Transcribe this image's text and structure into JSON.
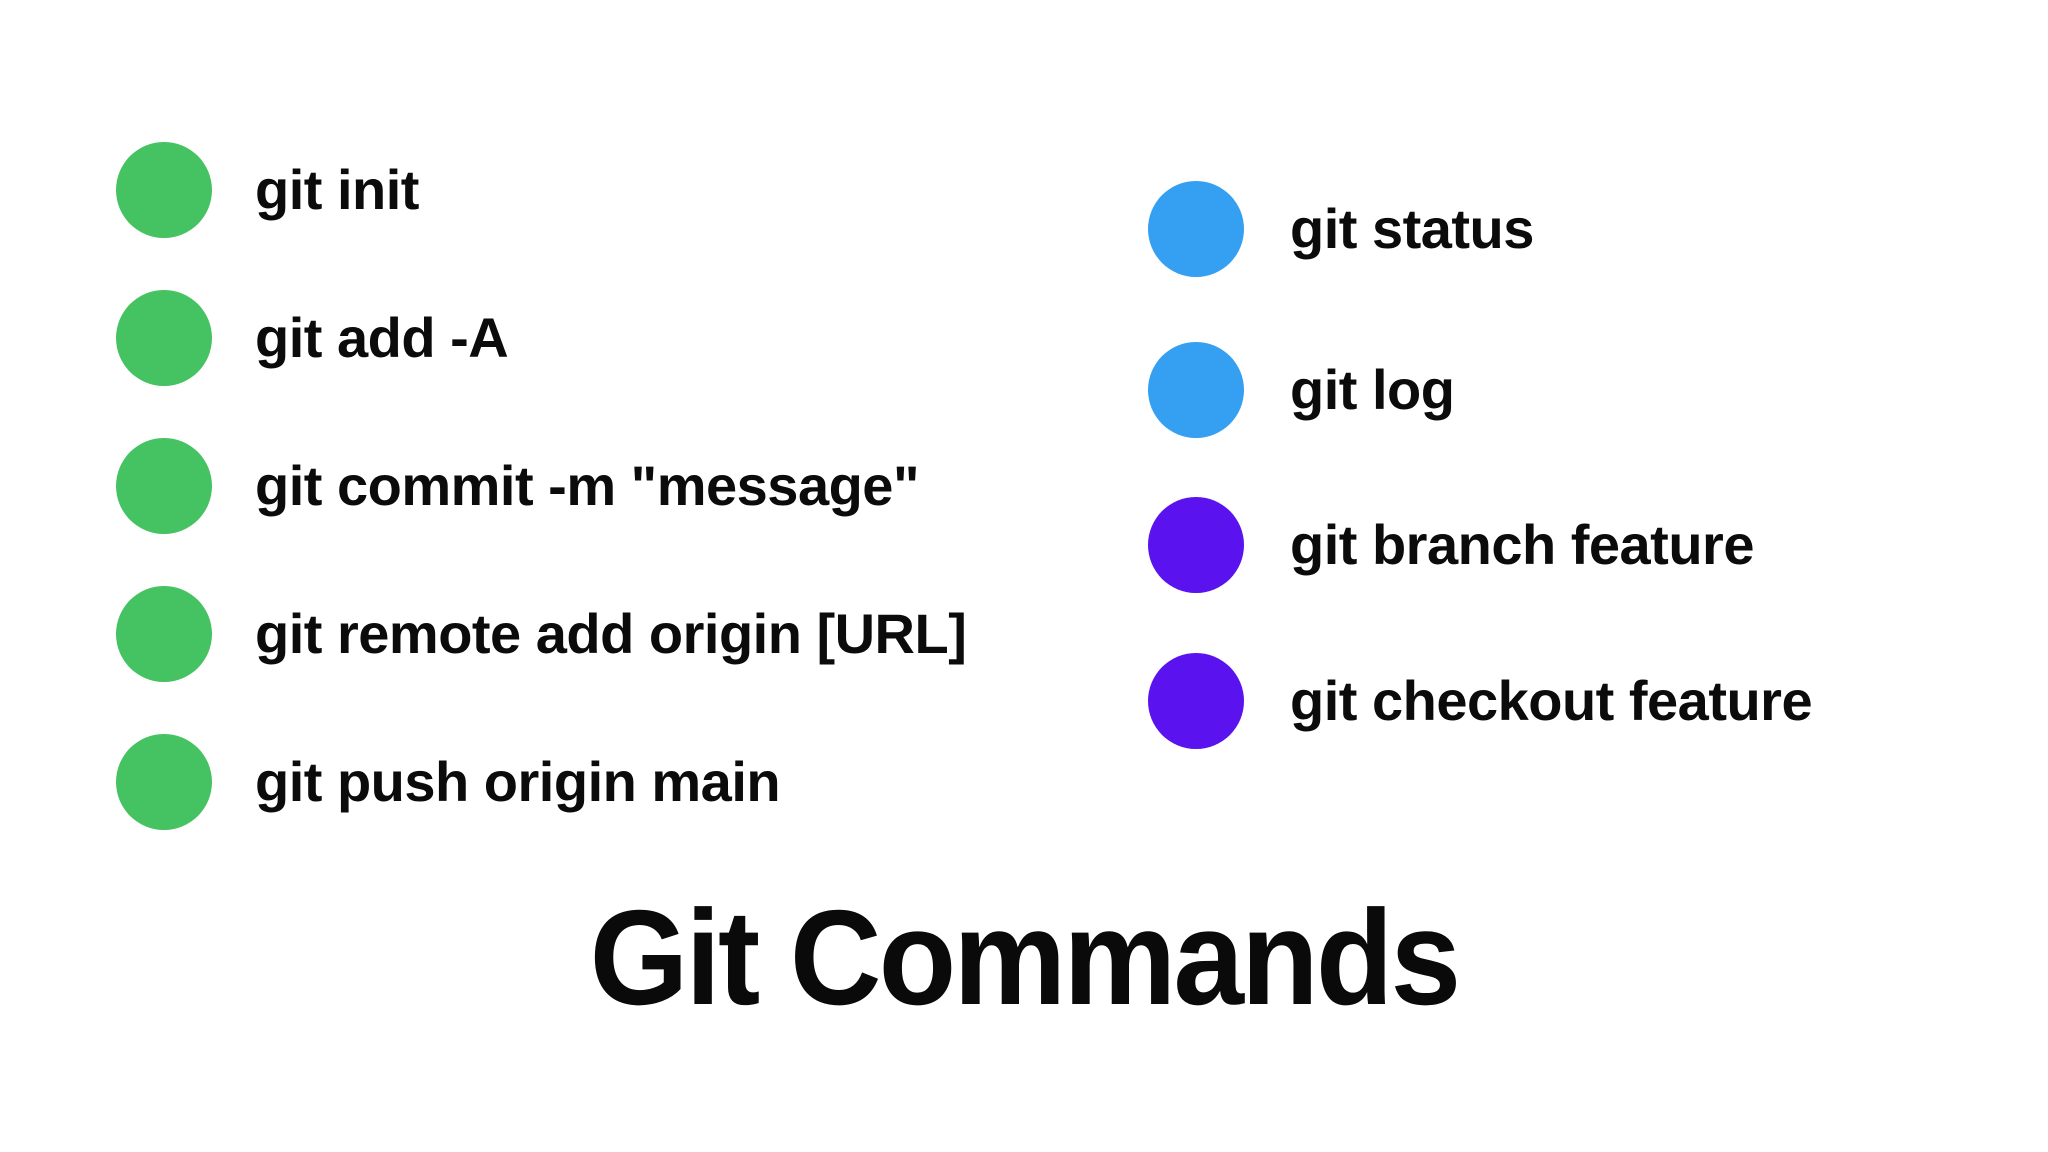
{
  "slide": {
    "title": "Git Commands",
    "background": "#ffffff",
    "text_color": "#0b0b0b"
  },
  "colors": {
    "green": "#45c262",
    "blue": "#359ff2",
    "purple": "#5a12ee"
  },
  "left_column": {
    "items": [
      {
        "bullet": "bullet-circle-green",
        "color": "#45c262",
        "label": "git init"
      },
      {
        "bullet": "bullet-circle-green",
        "color": "#45c262",
        "label": "git add -A"
      },
      {
        "bullet": "bullet-circle-green",
        "color": "#45c262",
        "label": "git commit -m \"message\""
      },
      {
        "bullet": "bullet-circle-green",
        "color": "#45c262",
        "label": "git remote add origin [URL]"
      },
      {
        "bullet": "bullet-circle-green",
        "color": "#45c262",
        "label": "git push origin main"
      }
    ]
  },
  "right_column": {
    "items": [
      {
        "bullet": "bullet-circle-blue",
        "color": "#359ff2",
        "label": "git status"
      },
      {
        "bullet": "bullet-circle-blue",
        "color": "#359ff2",
        "label": "git log"
      },
      {
        "bullet": "bullet-circle-purple",
        "color": "#5a12ee",
        "label": "git branch feature"
      },
      {
        "bullet": "bullet-circle-purple",
        "color": "#5a12ee",
        "label": "git checkout feature"
      }
    ]
  }
}
